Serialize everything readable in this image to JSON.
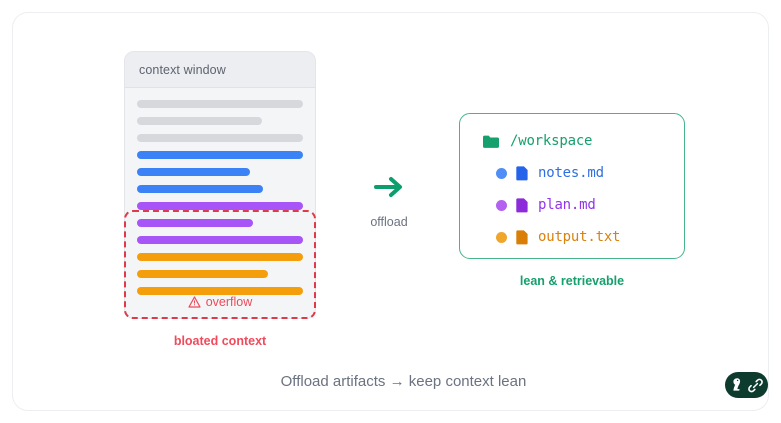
{
  "theme": {
    "gray_bar": "#d6d8dc",
    "blue": "#3b82f6",
    "purple": "#a855f7",
    "orange": "#f59e0b",
    "red": "#ef4b5c",
    "green": "#16a06d",
    "green_border": "#46b58c",
    "muted_text": "#6b7280",
    "badge_bg": "#0d3b2e"
  },
  "context_window": {
    "title": "context window",
    "bars": [
      {
        "color": "gray",
        "width_pct": 100
      },
      {
        "color": "gray",
        "width_pct": 75
      },
      {
        "color": "gray",
        "width_pct": 100
      },
      {
        "color": "blue",
        "width_pct": 100
      },
      {
        "color": "blue",
        "width_pct": 68
      },
      {
        "color": "blue",
        "width_pct": 76
      },
      {
        "color": "purple",
        "width_pct": 100
      },
      {
        "color": "purple",
        "width_pct": 70
      },
      {
        "color": "purple",
        "width_pct": 100
      },
      {
        "color": "orange",
        "width_pct": 100
      },
      {
        "color": "orange",
        "width_pct": 79
      },
      {
        "color": "orange",
        "width_pct": 100
      }
    ],
    "overflow_label": "overflow",
    "overflow_icon": "warning-triangle-icon",
    "caption": "bloated context"
  },
  "transition": {
    "icon": "arrow-right-icon",
    "label": "offload"
  },
  "workspace": {
    "root": {
      "icon": "folder-icon",
      "name": "/workspace",
      "color": "#16a06d"
    },
    "files": [
      {
        "name": "notes.md",
        "dot_color": "#4f8ef7",
        "icon_color": "#2563eb",
        "text_color": "#2f6fe0",
        "icon": "file-icon"
      },
      {
        "name": "plan.md",
        "dot_color": "#b361f0",
        "icon_color": "#8b2bd9",
        "text_color": "#9333ea",
        "icon": "file-icon"
      },
      {
        "name": "output.txt",
        "dot_color": "#f0a62b",
        "icon_color": "#d97e06",
        "text_color": "#d9820e",
        "icon": "file-icon"
      }
    ],
    "caption": "lean & retrievable"
  },
  "footer": {
    "caption": "Offload artifacts → keep context lean"
  },
  "badge": {
    "icons": [
      "bird-icon",
      "link-icon"
    ]
  }
}
